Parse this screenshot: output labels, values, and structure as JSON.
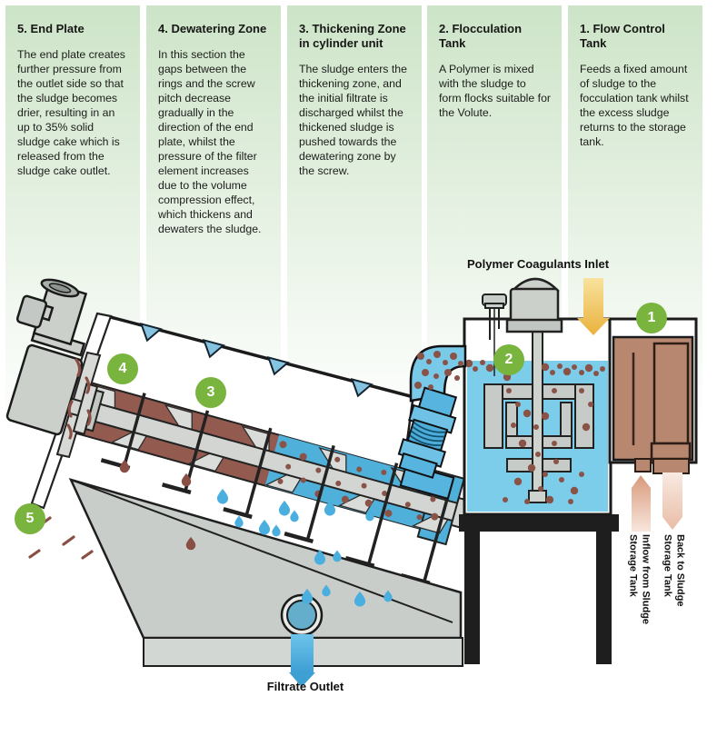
{
  "columns": [
    {
      "title": "5. End Plate",
      "body": "The end plate creates further pressure from the outlet side so that the sludge becomes drier, resulting in an up to 35% solid sludge cake which is released from the sludge cake outlet."
    },
    {
      "title": "4. Dewatering Zone",
      "body": "In this section the gaps between the rings and the screw pitch decrease gradually in the direction of the end plate, whilst the pressure of the filter element increases due to the volume compression effect, which thickens and dewaters the sludge."
    },
    {
      "title": "3. Thickening Zone in cylinder unit",
      "body": "The sludge enters the thickening zone, and the initial filtrate is discharged whilst the thickened sludge is pushed towards the dewatering zone by the screw."
    },
    {
      "title": "2. Flocculation Tank",
      "body": "A Polymer is mixed with the sludge to form flocks suitable for the Volute."
    },
    {
      "title": "1. Flow Control Tank",
      "body": "Feeds a fixed amount of sludge to the focculation tank whilst the excess sludge returns to the storage tank."
    }
  ],
  "labels": {
    "polymer_inlet": "Polymer Coagulants Inlet",
    "filtrate_outlet": "Filtrate Outlet",
    "inflow_lines": [
      "Inflow from Sludge",
      "Storage Tank"
    ],
    "back_lines": [
      "Back to Sludge",
      "Storage Tank"
    ]
  },
  "markers": [
    {
      "number": "1"
    },
    {
      "number": "2"
    },
    {
      "number": "3"
    },
    {
      "number": "4"
    },
    {
      "number": "5"
    }
  ],
  "colors": {
    "column_green": "#cde4c8",
    "marker_green": "#79b43e",
    "sludge_brown": "#935a50",
    "tank_brown": "#b8876f",
    "water_blue": "#7ccde9",
    "pipe_blue": "#57b4de",
    "arrow_yellow": "#eab23c",
    "arrow_salmon": "#dd9e81",
    "machine_gray": "#ccd0cb"
  }
}
